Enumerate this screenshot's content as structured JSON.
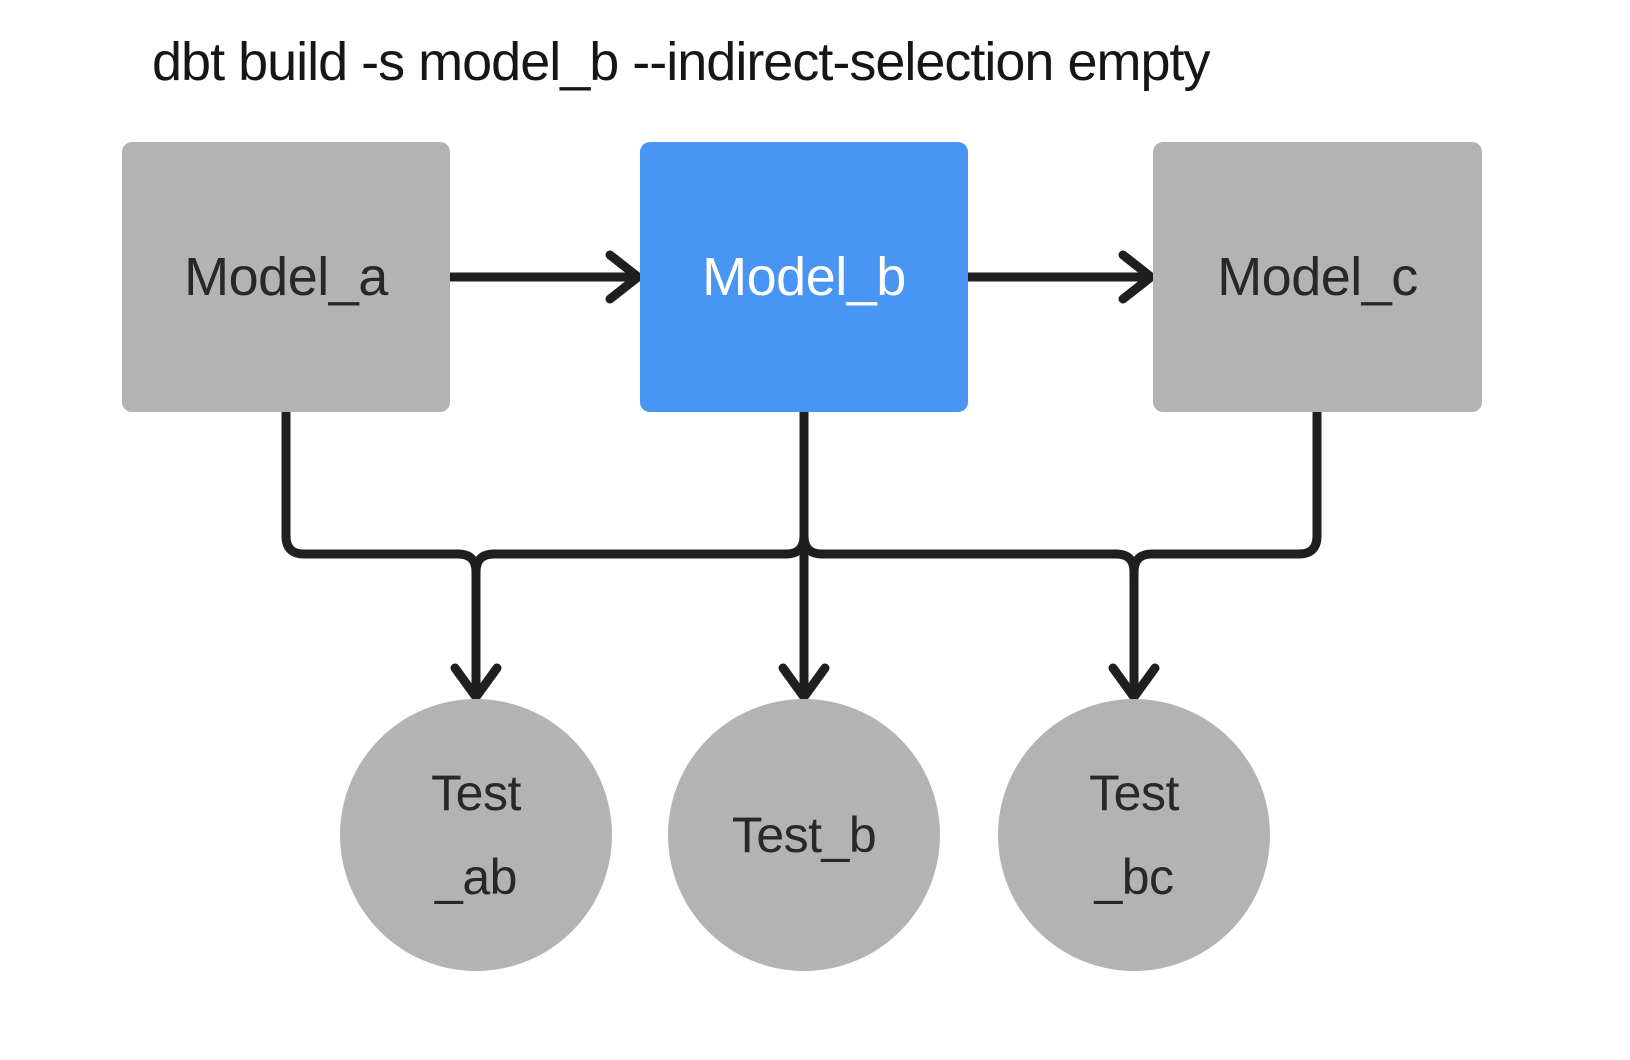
{
  "title": "dbt build -s model_b --indirect-selection empty",
  "colors": {
    "selected_fill": "#4895F3",
    "unselected_fill": "#B3B3B3",
    "edge": "#1F1F1F",
    "label_dark": "#282828",
    "label_light": "#FFFFFF",
    "title_text": "#161616",
    "background": "#FFFFFF"
  },
  "models": [
    {
      "id": "model_a",
      "label": "Model_a",
      "state": "unselected"
    },
    {
      "id": "model_b",
      "label": "Model_b",
      "state": "selected"
    },
    {
      "id": "model_c",
      "label": "Model_c",
      "state": "unselected"
    }
  ],
  "tests": [
    {
      "id": "test_ab",
      "lines": [
        "Test",
        "_ab"
      ],
      "state": "unselected"
    },
    {
      "id": "test_b",
      "lines": [
        "Test_b"
      ],
      "state": "unselected"
    },
    {
      "id": "test_bc",
      "lines": [
        "Test",
        "_bc"
      ],
      "state": "unselected"
    }
  ],
  "edges": [
    {
      "from": "model_a",
      "to": "model_b"
    },
    {
      "from": "model_b",
      "to": "model_c"
    },
    {
      "from": "model_a",
      "to": "test_ab"
    },
    {
      "from": "model_b",
      "to": "test_ab"
    },
    {
      "from": "model_b",
      "to": "test_b"
    },
    {
      "from": "model_b",
      "to": "test_bc"
    },
    {
      "from": "model_c",
      "to": "test_bc"
    }
  ]
}
